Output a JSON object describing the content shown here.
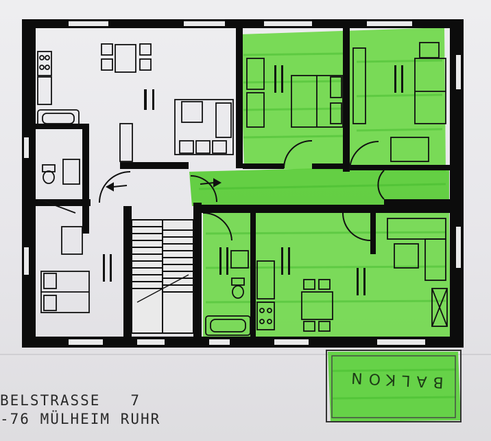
{
  "address": {
    "street_line": "BELSTRASSE   7",
    "city_line": "-76 MÜLHEIM RUHR"
  },
  "balcony": {
    "label": "BALKON"
  },
  "colors": {
    "highlight": "#5fd13f",
    "highlight_dark": "#3fb82a",
    "wall": "#0c0c0c",
    "paper": "#ececee"
  },
  "icons": {
    "stairs": "stairs-icon",
    "door_arrow": "arrow-icon",
    "bathtub": "bathtub-icon",
    "toilet": "toilet-icon",
    "stove": "stove-icon",
    "bed": "bed-icon",
    "sofa": "sofa-icon",
    "table": "dining-table-icon"
  }
}
